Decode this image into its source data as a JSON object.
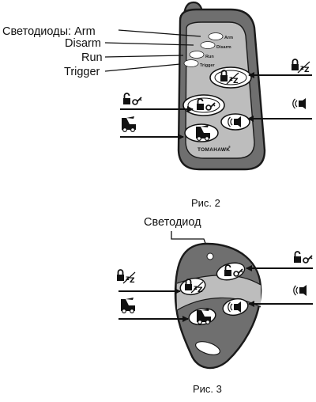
{
  "figure2": {
    "led_labels": [
      "Светодиоды: Arm",
      "Disarm",
      "Run",
      "Trigger"
    ],
    "led_tags": [
      "Arm",
      "Disarm",
      "Run",
      "Trigger"
    ],
    "brand": "TOMAHAWK",
    "brand_mark": "®",
    "caption": "Рис. 2"
  },
  "figure3": {
    "led_label": "Светодиод",
    "caption": "Рис. 3"
  },
  "icons": {
    "lock_sleep": "lock-sleep-icon",
    "unlock_key": "unlock-key-icon",
    "trunk": "car-trunk-icon",
    "speaker": "siren-speaker-icon"
  },
  "colors": {
    "fob_dark": "#6f6f6f",
    "fob_panel": "#bdbdbd",
    "fob_outline": "#1a1a1a",
    "led": "#ffffff"
  }
}
